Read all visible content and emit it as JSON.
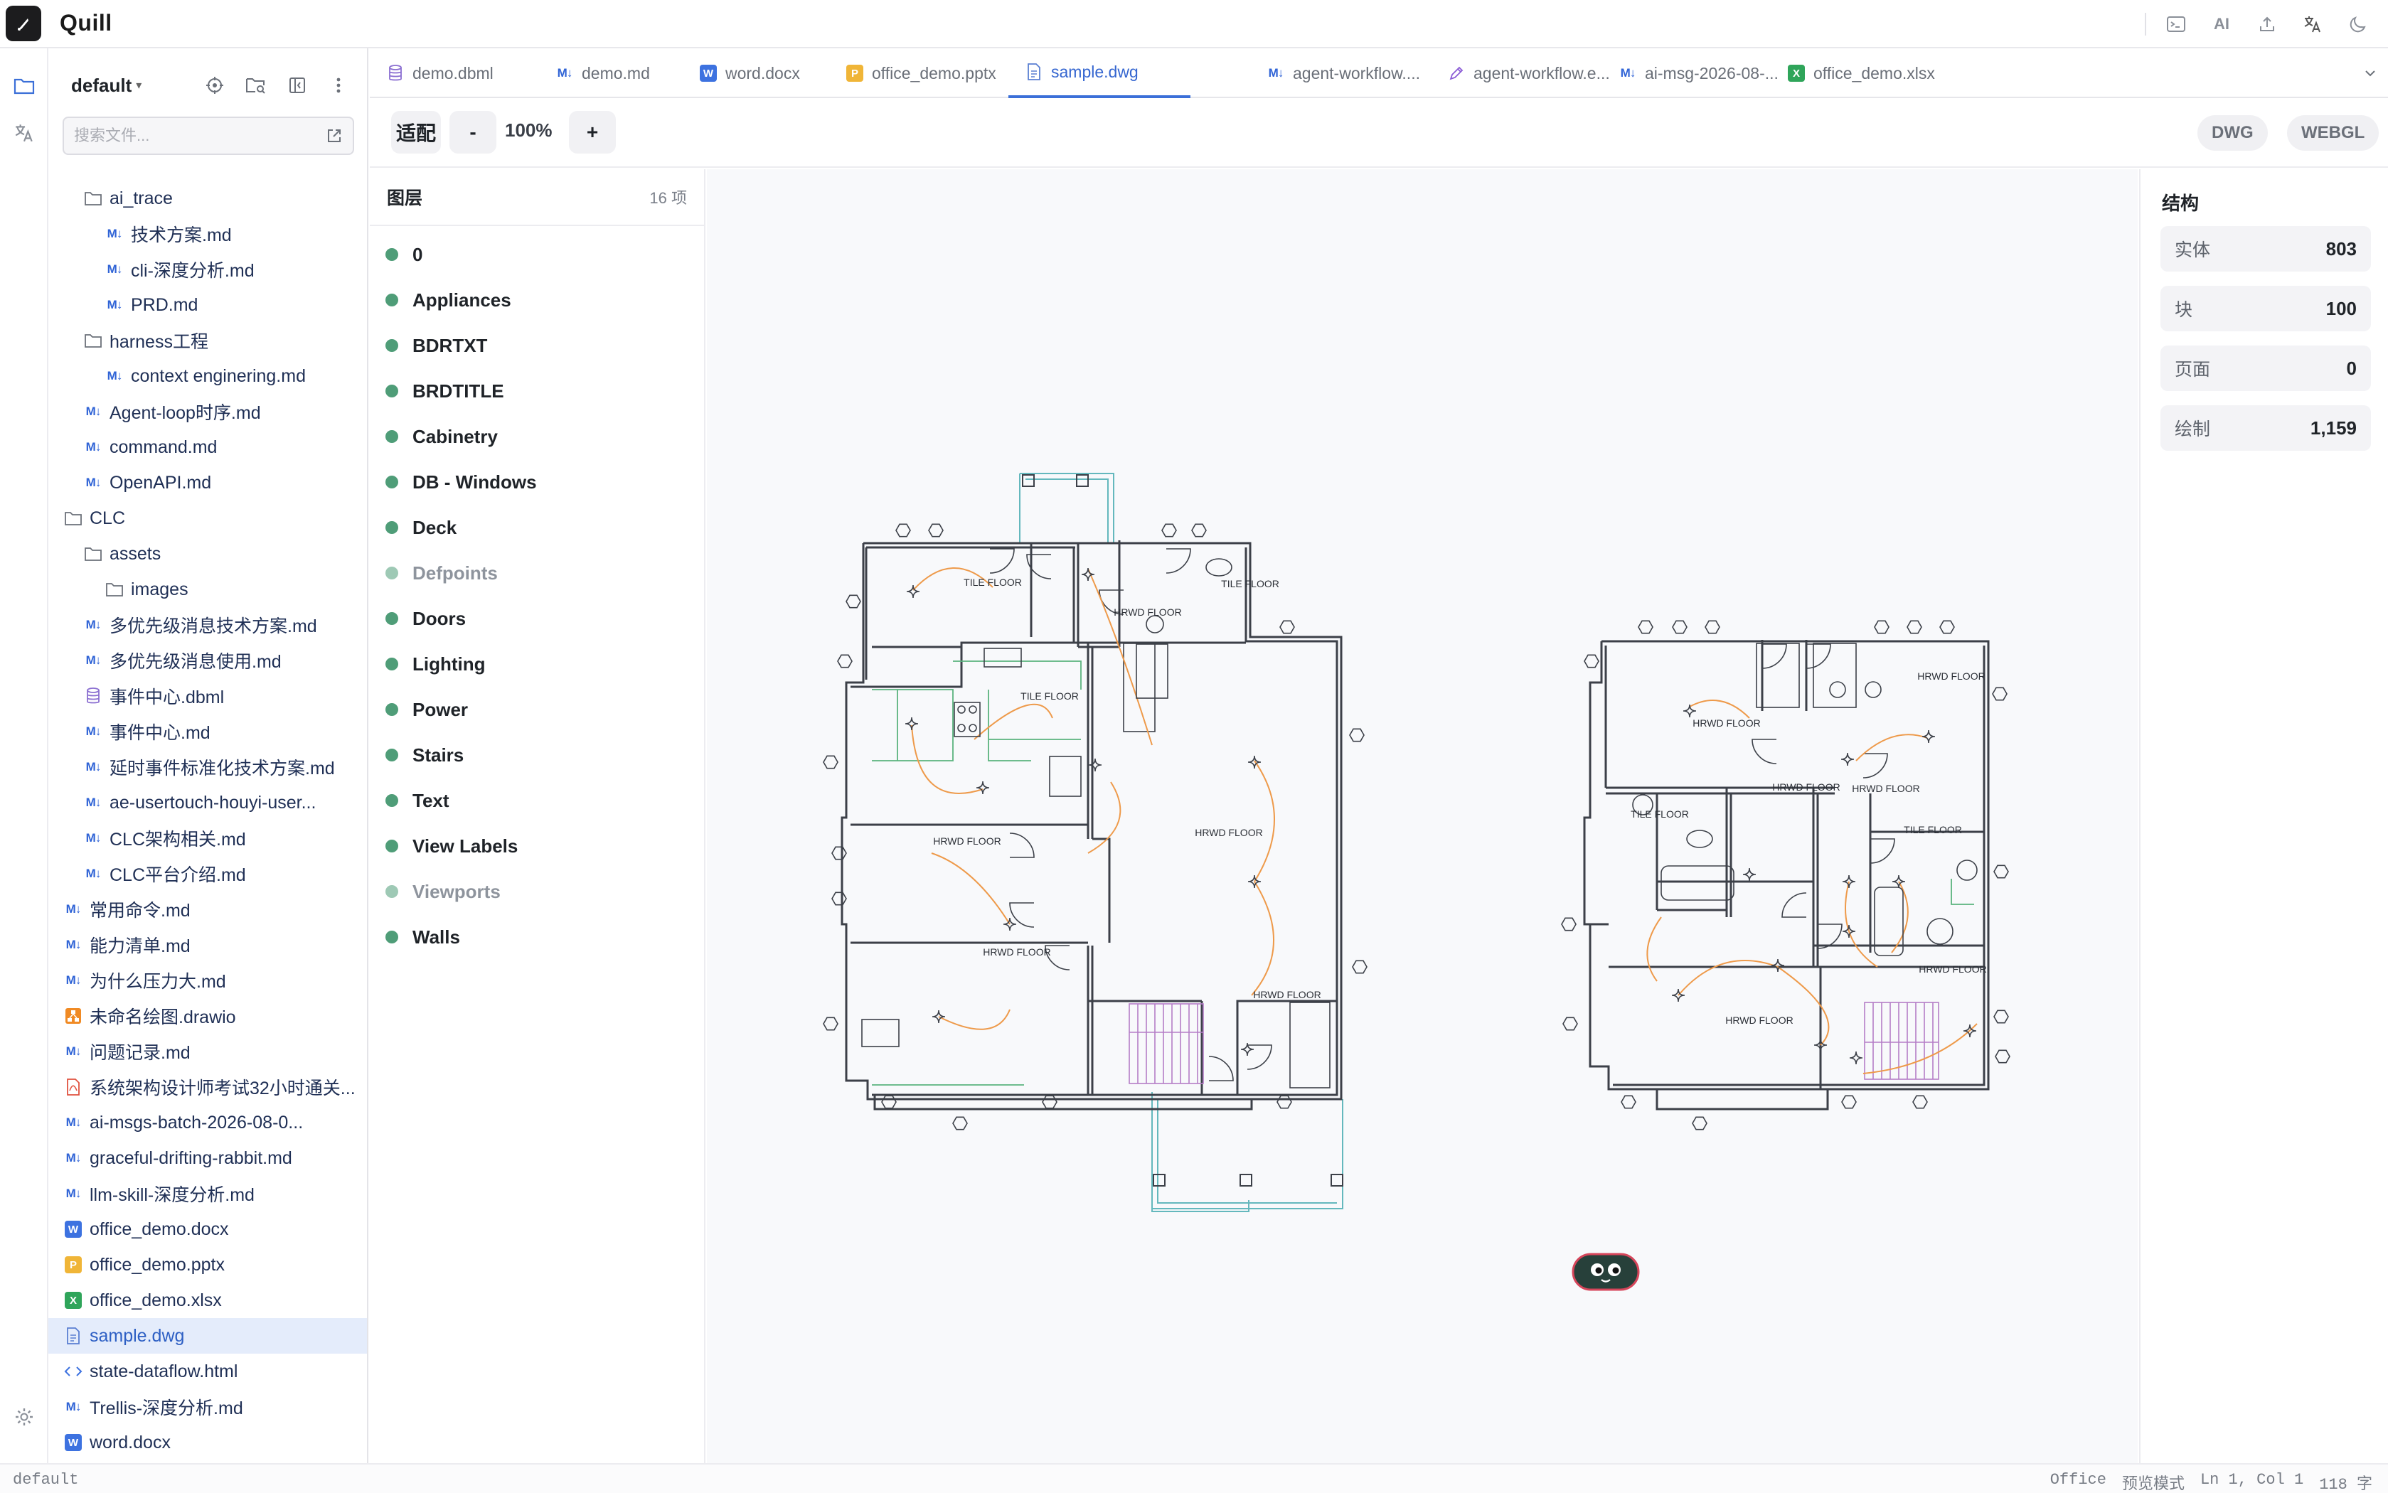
{
  "app": {
    "name": "Quill"
  },
  "titlebar": {
    "ai_label": "AI"
  },
  "sidebar": {
    "workspace": "default",
    "search_placeholder": "搜索文件...",
    "tree": [
      {
        "label": "ai_trace",
        "kind": "folder",
        "depth": 2
      },
      {
        "label": "技术方案.md",
        "kind": "md",
        "depth": 3
      },
      {
        "label": "cli-深度分析.md",
        "kind": "md",
        "depth": 3
      },
      {
        "label": "PRD.md",
        "kind": "md",
        "depth": 3
      },
      {
        "label": "harness工程",
        "kind": "folder",
        "depth": 2
      },
      {
        "label": "context enginering.md",
        "kind": "md",
        "depth": 3
      },
      {
        "label": "Agent-loop时序.md",
        "kind": "md",
        "depth": 2
      },
      {
        "label": "command.md",
        "kind": "md",
        "depth": 2
      },
      {
        "label": "OpenAPI.md",
        "kind": "md",
        "depth": 2
      },
      {
        "label": "CLC",
        "kind": "folder",
        "depth": 1
      },
      {
        "label": "assets",
        "kind": "folder",
        "depth": 2
      },
      {
        "label": "images",
        "kind": "folder",
        "depth": 3
      },
      {
        "label": "多优先级消息技术方案.md",
        "kind": "md",
        "depth": 2
      },
      {
        "label": "多优先级消息使用.md",
        "kind": "md",
        "depth": 2
      },
      {
        "label": "事件中心.dbml",
        "kind": "dbml",
        "depth": 2
      },
      {
        "label": "事件中心.md",
        "kind": "md",
        "depth": 2
      },
      {
        "label": "延时事件标准化技术方案.md",
        "kind": "md",
        "depth": 2
      },
      {
        "label": "ae-usertouch-houyi-user...",
        "kind": "md",
        "depth": 2
      },
      {
        "label": "CLC架构相关.md",
        "kind": "md",
        "depth": 2
      },
      {
        "label": "CLC平台介绍.md",
        "kind": "md",
        "depth": 2
      },
      {
        "label": "常用命令.md",
        "kind": "md",
        "depth": 1
      },
      {
        "label": "能力清单.md",
        "kind": "md",
        "depth": 1
      },
      {
        "label": "为什么压力大.md",
        "kind": "md",
        "depth": 1
      },
      {
        "label": "未命名绘图.drawio",
        "kind": "drawio",
        "depth": 1
      },
      {
        "label": "问题记录.md",
        "kind": "md",
        "depth": 1
      },
      {
        "label": "系统架构设计师考试32小时通关...",
        "kind": "pdf",
        "depth": 1
      },
      {
        "label": "ai-msgs-batch-2026-08-0...",
        "kind": "md",
        "depth": 1
      },
      {
        "label": "graceful-drifting-rabbit.md",
        "kind": "md",
        "depth": 1
      },
      {
        "label": "llm-skill-深度分析.md",
        "kind": "md",
        "depth": 1
      },
      {
        "label": "office_demo.docx",
        "kind": "docx",
        "depth": 1
      },
      {
        "label": "office_demo.pptx",
        "kind": "pptx",
        "depth": 1
      },
      {
        "label": "office_demo.xlsx",
        "kind": "xlsx",
        "depth": 1
      },
      {
        "label": "sample.dwg",
        "kind": "dwg",
        "depth": 1,
        "selected": true
      },
      {
        "label": "state-dataflow.html",
        "kind": "html",
        "depth": 1
      },
      {
        "label": "Trellis-深度分析.md",
        "kind": "md",
        "depth": 1
      },
      {
        "label": "word.docx",
        "kind": "docx",
        "depth": 1
      }
    ]
  },
  "tabs": [
    {
      "label": "demo.dbml",
      "kind": "dbml"
    },
    {
      "label": "demo.md",
      "kind": "md"
    },
    {
      "label": "word.docx",
      "kind": "docx"
    },
    {
      "label": "office_demo.pptx",
      "kind": "pptx"
    },
    {
      "label": "sample.dwg",
      "kind": "dwg",
      "active": true
    },
    {
      "label": "agent-workflow....",
      "kind": "md"
    },
    {
      "label": "agent-workflow.e...",
      "kind": "drawio-pen"
    },
    {
      "label": "ai-msg-2026-08-...",
      "kind": "md"
    },
    {
      "label": "office_demo.xlsx",
      "kind": "xlsx"
    }
  ],
  "toolbar": {
    "fit": "适配",
    "zoom_out": "-",
    "zoom": "100%",
    "zoom_in": "+",
    "mode_dwg": "DWG",
    "mode_webgl": "WEBGL"
  },
  "layers": {
    "title": "图层",
    "count": "16 项",
    "items": [
      {
        "name": "0",
        "visible": true
      },
      {
        "name": "Appliances",
        "visible": true
      },
      {
        "name": "BDRTXT",
        "visible": true
      },
      {
        "name": "BRDTITLE",
        "visible": true
      },
      {
        "name": "Cabinetry",
        "visible": true
      },
      {
        "name": "DB - Windows",
        "visible": true
      },
      {
        "name": "Deck",
        "visible": true
      },
      {
        "name": "Defpoints",
        "visible": false
      },
      {
        "name": "Doors",
        "visible": true
      },
      {
        "name": "Lighting",
        "visible": true
      },
      {
        "name": "Power",
        "visible": true
      },
      {
        "name": "Stairs",
        "visible": true
      },
      {
        "name": "Text",
        "visible": true
      },
      {
        "name": "View Labels",
        "visible": true
      },
      {
        "name": "Viewports",
        "visible": false
      },
      {
        "name": "Walls",
        "visible": true
      }
    ]
  },
  "structure": {
    "title": "结构",
    "stats": [
      {
        "label": "实体",
        "value": "803"
      },
      {
        "label": "块",
        "value": "100"
      },
      {
        "label": "页面",
        "value": "0"
      },
      {
        "label": "绘制",
        "value": "1,159"
      }
    ]
  },
  "drawing": {
    "labels": [
      "TILE FLOOR",
      "TILE FLOOR",
      "HRWD FLOOR",
      "TILE FLOOR",
      "HRWD FLOOR",
      "HRWD FLOOR",
      "HRWD FLOOR",
      "HRWD FLOOR",
      "HRWD FLOOR",
      "HRWD FLOOR",
      "HRWD FLOOR",
      "HRWD FLOOR",
      "TILE FLOOR",
      "TILE FLOOR",
      "HRWD FLOOR",
      "HRWD FLOOR"
    ],
    "colors": {
      "wall": "#3c4048",
      "wire": "#ee9a4a",
      "cabinet": "#5ab37e",
      "deck": "#64b8bd",
      "stairs": "#b57ec7"
    }
  },
  "status": {
    "workspace": "default",
    "office": "Office",
    "mode": "预览模式",
    "cursor": "Ln 1, Col 1",
    "chars": "118 字"
  }
}
